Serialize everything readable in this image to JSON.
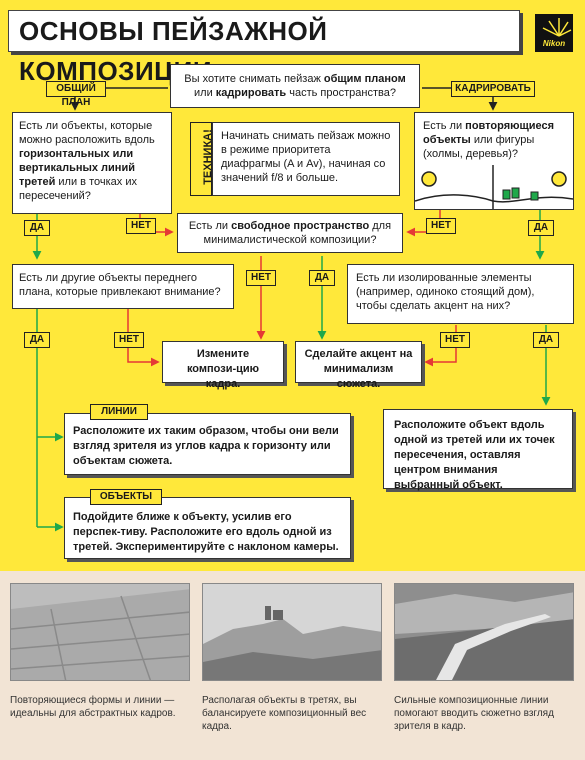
{
  "title": "ОСНОВЫ ПЕЙЗАЖНОЙ КОМПОЗИЦИИ",
  "logo": "Nikon",
  "labels": {
    "general": "ОБЩИЙ ПЛАН",
    "crop": "КАДРИРОВАТЬ",
    "yes": "ДА",
    "no": "НЕТ",
    "lines": "ЛИНИИ",
    "objects": "ОБЪЕКТЫ",
    "technique": "ТЕХНИКА!"
  },
  "questions": {
    "top": [
      "Вы хотите снимать пейзаж ",
      "общим планом",
      " или ",
      "кадрировать",
      " часть пространства?"
    ],
    "left": [
      "Есть ли объекты, которые можно расположить вдоль ",
      "горизонтальных или вертикальных линий третей",
      " или в точках их пересечений?"
    ],
    "right": [
      "Есть ли ",
      "повторяющиеся объекты",
      " или фигуры (холмы, деревья)?"
    ],
    "middle": [
      "Есть ли ",
      "свободное пространство",
      " для минималистической композиции?"
    ],
    "fore": "Есть ли другие объекты переднего плана, которые привлекают внимание?",
    "isolated": "Есть ли изолированные элементы (например, одиноко стоящий дом), чтобы сделать акцент на них?"
  },
  "technique_text": "Начинать снимать пейзаж можно в режиме приоритета диафрагмы (A и Av), начиная со значений f/8 и больше.",
  "answers": {
    "change": "Измените компози-цию кадра.",
    "minimal": "Сделайте акцент на минимализм сюжета.",
    "lines": "Расположите их таким образом, чтобы они вели взгляд зрителя из углов кадра к горизонту или объектам сюжета.",
    "objects": "Подойдите ближе к объекту, усилив его перспек-тиву. Расположите его вдоль одной из третей. Экспериментируйте с наклоном камеры.",
    "thirds": "Расположите объект вдоль одной из третей или их точек пересечения, оставляя центром внимания выбранный объект."
  },
  "captions": [
    "Повторяющиеся формы и линии — идеальны для абстрактных кадров.",
    "Располагая объекты в третях, вы балансируете композиционный вес кадра.",
    "Сильные композиционные линии помогают вводить сюжетно взгляд зрителя в кадр."
  ],
  "colors": {
    "accent": "#ffe83a",
    "no_arrow": "#e53935",
    "yes_arrow": "#1fa84a"
  }
}
